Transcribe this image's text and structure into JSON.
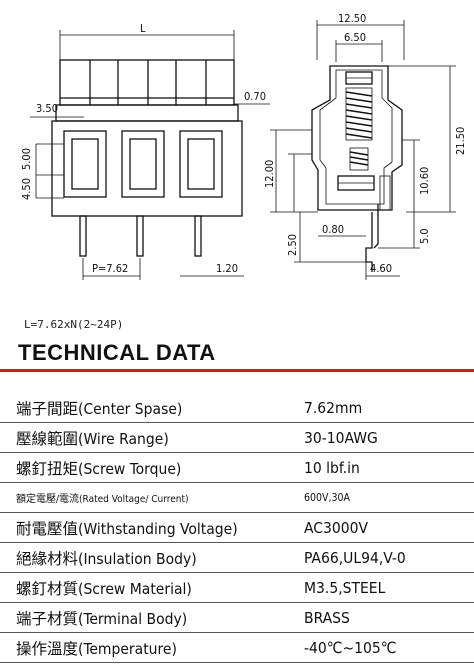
{
  "drawing": {
    "front": {
      "length": "L",
      "pitch_label": "P=7.62",
      "dim_350": "3.50",
      "dim_070": "0.70",
      "dim_500": "5.00",
      "dim_450": "4.50",
      "dim_120": "1.20"
    },
    "side": {
      "dim_1250": "12.50",
      "dim_650": "6.50",
      "dim_2150": "21.50",
      "dim_1200": "12.00",
      "dim_1060": "10.60",
      "dim_080": "0.80",
      "dim_50": "5.0",
      "dim_250": "2.50",
      "dim_460": "4.60"
    }
  },
  "formula": "L=7.62xN(2~24P)",
  "title": "TECHNICAL DATA",
  "specs": [
    {
      "label": "端子間距(Center Spase)",
      "value": "7.62mm",
      "small": false
    },
    {
      "label": "壓線範圍(Wire Range)",
      "value": "30-10AWG",
      "small": false
    },
    {
      "label": "螺釘扭矩(Screw Torque)",
      "value": "10 lbf.in",
      "small": false
    },
    {
      "label": "額定電壓/電流(Rated Voltage/ Current)",
      "value": "600V,30A",
      "small": true
    },
    {
      "label": "耐電壓值(Withstanding Voltage)",
      "value": "AC3000V",
      "small": false
    },
    {
      "label": "絕緣材料(Insulation Body)",
      "value": "PA66,UL94,V-0",
      "small": false
    },
    {
      "label": "螺釘材質(Screw Material)",
      "value": "M3.5,STEEL",
      "small": false
    },
    {
      "label": "端子材質(Terminal Body)",
      "value": "BRASS",
      "small": false
    },
    {
      "label": "操作溫度(Temperature)",
      "value": "-40℃~105℃",
      "small": false
    }
  ]
}
